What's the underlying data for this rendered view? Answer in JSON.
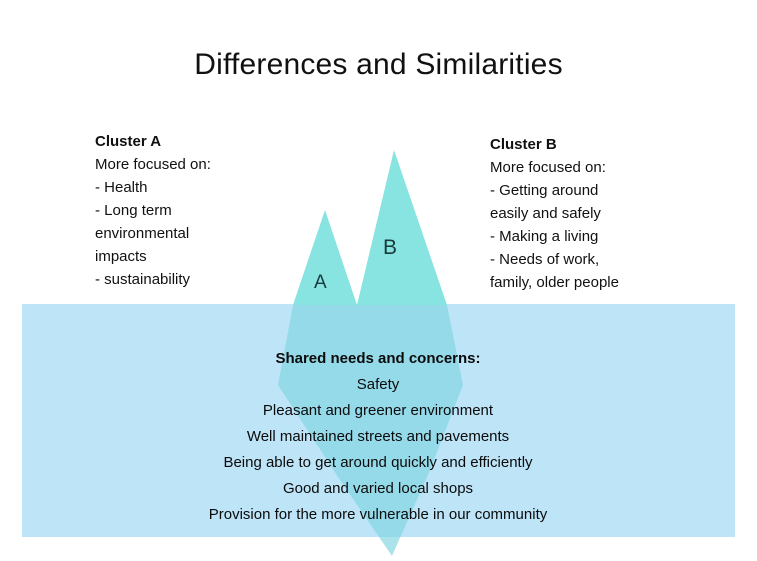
{
  "title": "Differences and Similarities",
  "clusterA": {
    "heading": "Cluster A",
    "intro": "More focused on:",
    "items": [
      "- Health",
      "- Long term environmental impacts",
      "- sustainability"
    ]
  },
  "clusterB": {
    "heading": "Cluster B",
    "intro": "More focused on:",
    "items": [
      "- Getting around easily and safely",
      "- Making a living",
      "- Needs of work, family, older people"
    ]
  },
  "peaks": {
    "a_label": "A",
    "b_label": "B"
  },
  "shared": {
    "heading": "Shared needs and concerns:",
    "items": [
      "Safety",
      "Pleasant and greener environment",
      "Well maintained streets and pavements",
      "Being able to get around quickly and efficiently",
      "Good and varied local shops",
      "Provision for the more vulnerable in our community"
    ]
  },
  "colors": {
    "water": "#bee4f8",
    "iceberg_above": "#87e4e0",
    "iceberg_below": "#7fd4e0"
  }
}
